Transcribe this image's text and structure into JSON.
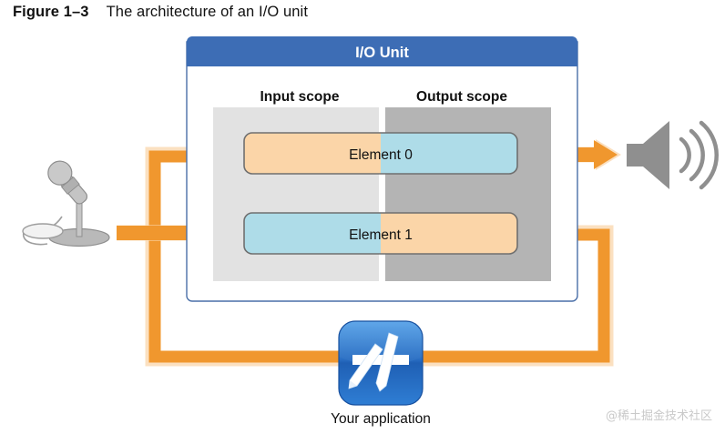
{
  "figure": {
    "label": "Figure 1–3",
    "caption": "The architecture of an I/O unit"
  },
  "io_unit": {
    "title": "I/O Unit",
    "title_bar_color": "#3d6db5",
    "border_color": "#4a6fa8",
    "body_color": "#ffffff",
    "scopes": [
      {
        "name": "input",
        "label": "Input scope",
        "fill": "#e2e2e2"
      },
      {
        "name": "output",
        "label": "Output scope",
        "fill": "#b4b4b4"
      }
    ],
    "elements": [
      {
        "label": "Element 0",
        "left_half_color": "#fbd5a8",
        "right_half_color": "#aedce8",
        "border_color": "#6f6f6f"
      },
      {
        "label": "Element 1",
        "left_half_color": "#aedce8",
        "right_half_color": "#fbd5a8",
        "border_color": "#6f6f6f"
      }
    ]
  },
  "application": {
    "label": "Your application",
    "icon": "app-store-icon",
    "icon_color_top": "#3f8fdc",
    "icon_color_bottom": "#1558b0"
  },
  "devices": [
    {
      "name": "microphone",
      "icon": "microphone-icon",
      "color": "#a9a9a9"
    },
    {
      "name": "speaker",
      "icon": "speaker-icon",
      "color": "#8f8f8f"
    }
  ],
  "signal_flow": {
    "pipe_color": "#f0972e",
    "pipe_highlight": "#fbe0c0",
    "connections": [
      {
        "from": "microphone",
        "to": "element-1-input",
        "arrowhead": true
      },
      {
        "from": "element-0-output",
        "to": "speaker",
        "arrowhead": true
      },
      {
        "from": "element-1-output",
        "to": "your-application",
        "arrowhead": false
      },
      {
        "from": "your-application",
        "to": "element-0-input",
        "arrowhead": false
      }
    ]
  },
  "watermark": {
    "text": "@稀土掘金技术社区"
  }
}
